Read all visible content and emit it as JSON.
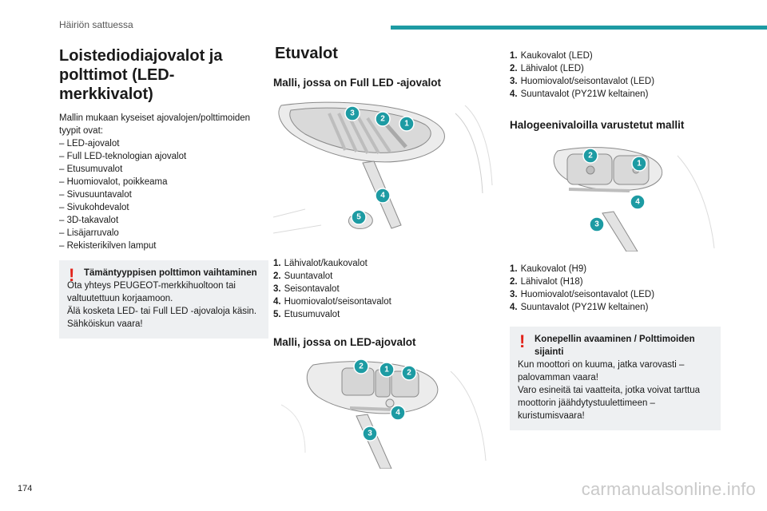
{
  "header": {
    "title": "Häiriön sattuessa",
    "accent_color": "#1d9ba3"
  },
  "page_number": "174",
  "watermark": "carmanualsonline.info",
  "col1": {
    "heading": "Loistediodiajovalot ja polttimot (LED-merkkivalot)",
    "intro": "Mallin mukaan kyseiset ajovalojen/polttimoiden tyypit ovat:",
    "items": [
      "LED-ajovalot",
      "Full LED-teknologian ajovalot",
      "Etusumuvalot",
      "Huomiovalot, poikkeama",
      "Sivusuuntavalot",
      "Sivukohdevalot",
      "3D-takavalot",
      "Lisäjarruvalo",
      "Rekisterikilven lamput"
    ],
    "warning": {
      "icon": "exclamation-icon",
      "title": "Tämäntyyppisen polttimon vaihtaminen",
      "lines": [
        "Ota yhteys PEUGEOT-merkkihuoltoon tai valtuutettuun korjaamoon.",
        "Älä kosketa LED- tai Full LED -ajovaloja käsin. Sähköiskun vaara!"
      ]
    }
  },
  "col2": {
    "heading": "Etuvalot",
    "section1": {
      "title": "Malli, jossa on Full LED -ajovalot",
      "callouts": [
        "3",
        "2",
        "1",
        "4",
        "5"
      ],
      "items": [
        {
          "num": "1.",
          "label": "Lähivalot/kaukovalot"
        },
        {
          "num": "2.",
          "label": "Suuntavalot"
        },
        {
          "num": "3.",
          "label": "Seisontavalot"
        },
        {
          "num": "4.",
          "label": "Huomiovalot/seisontavalot"
        },
        {
          "num": "5.",
          "label": "Etusumuvalot"
        }
      ]
    },
    "section2": {
      "title": "Malli, jossa on LED-ajovalot",
      "callouts": [
        "2",
        "1",
        "2",
        "4",
        "3"
      ]
    }
  },
  "col3": {
    "items1": [
      {
        "num": "1.",
        "label": "Kaukovalot (LED)"
      },
      {
        "num": "2.",
        "label": "Lähivalot (LED)"
      },
      {
        "num": "3.",
        "label": "Huomiovalot/seisontavalot (LED)"
      },
      {
        "num": "4.",
        "label": "Suuntavalot (PY21W keltainen)"
      }
    ],
    "section": {
      "title": "Halogeenivaloilla varustetut mallit",
      "callouts": [
        "2",
        "1",
        "4",
        "3"
      ],
      "items": [
        {
          "num": "1.",
          "label": "Kaukovalot (H9)"
        },
        {
          "num": "2.",
          "label": "Lähivalot (H18)"
        },
        {
          "num": "3.",
          "label": "Huomiovalot/seisontavalot (LED)"
        },
        {
          "num": "4.",
          "label": "Suuntavalot (PY21W keltainen)"
        }
      ]
    },
    "warning": {
      "icon": "exclamation-icon",
      "title": "Konepellin avaaminen / Polttimoiden sijainti",
      "lines": [
        "Kun moottori on kuuma, jatka varovasti – palovamman vaara!",
        "Varo esineitä tai vaatteita, jotka voivat tarttua moottorin jäähdytystuulettimeen – kuristumisvaara!"
      ]
    }
  }
}
